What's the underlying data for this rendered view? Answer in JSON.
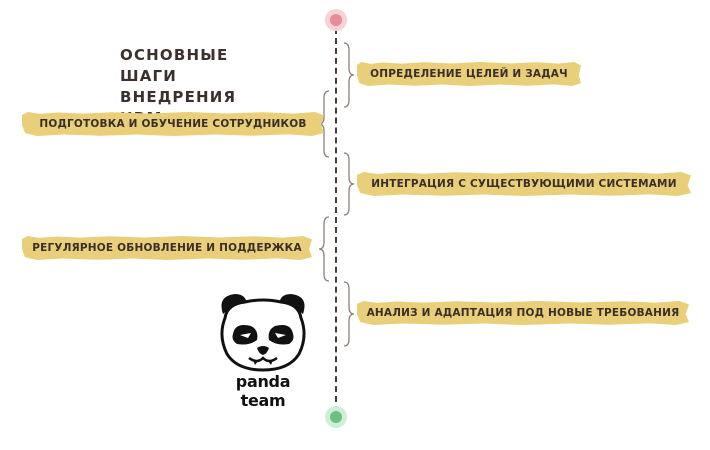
{
  "title": "ОСНОВНЫЕ ШАГИ ВНЕДРЕНИЯ HRM:",
  "steps": [
    "ОПРЕДЕЛЕНИЕ ЦЕЛЕЙ И ЗАДАЧ",
    "ПОДГОТОВКА И ОБУЧЕНИЕ СОТРУДНИКОВ",
    "ИНТЕГРАЦИЯ С СУЩЕСТВУЮЩИМИ СИСТЕМАМИ",
    "РЕГУЛЯРНОЕ ОБНОВЛЕНИЕ И ПОДДЕРЖКА",
    "АНАЛИЗ И АДАПТАЦИЯ ПОД НОВЫЕ ТРЕБОВАНИЯ"
  ],
  "logo": {
    "text": "panda team",
    "icon": "panda-face-icon"
  },
  "colors": {
    "label_background": "#e9cf7a",
    "text": "#3b302b",
    "start_dot": "#e98b98",
    "end_dot": "#6cc17f",
    "line": "#4a3b36"
  }
}
